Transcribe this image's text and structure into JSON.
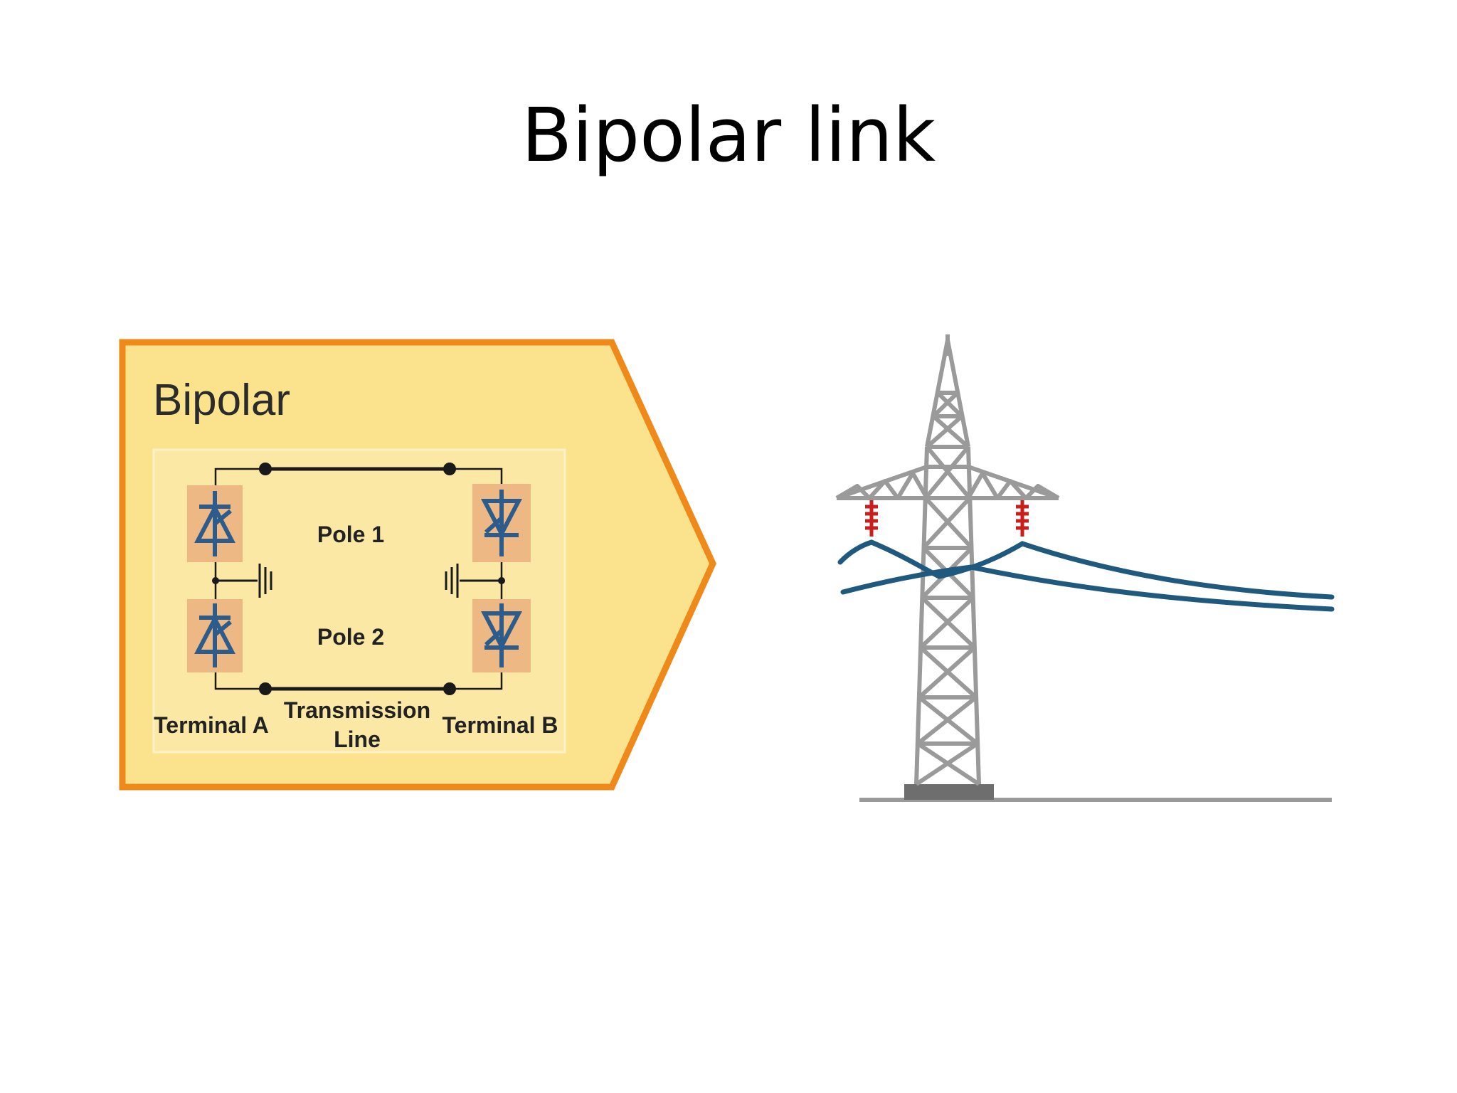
{
  "slide": {
    "title": "Bipolar link"
  },
  "bipolar_panel": {
    "heading": "Bipolar",
    "pole_1": "Pole 1",
    "pole_2": "Pole 2",
    "terminal_a": "Terminal A",
    "terminal_b": "Terminal B",
    "transmission_line_1": "Transmission",
    "transmission_line_2": "Line"
  },
  "colors": {
    "panel_fill": "#fbe38e",
    "panel_border": "#ef8a1a",
    "inner_panel": "#fae8a4",
    "converter_box": "#eeb884",
    "converter_symbol": "#2c5c8c",
    "tower_steel": "#9a9a9a",
    "insulator": "#c81e1e",
    "conductor": "#1f5a7e",
    "ground": "#9a9a9a"
  },
  "icons": {
    "converter": "thyristor-valve-icon",
    "ground": "ground-symbol-icon",
    "tower": "transmission-tower-icon",
    "insulator": "insulator-icon"
  }
}
